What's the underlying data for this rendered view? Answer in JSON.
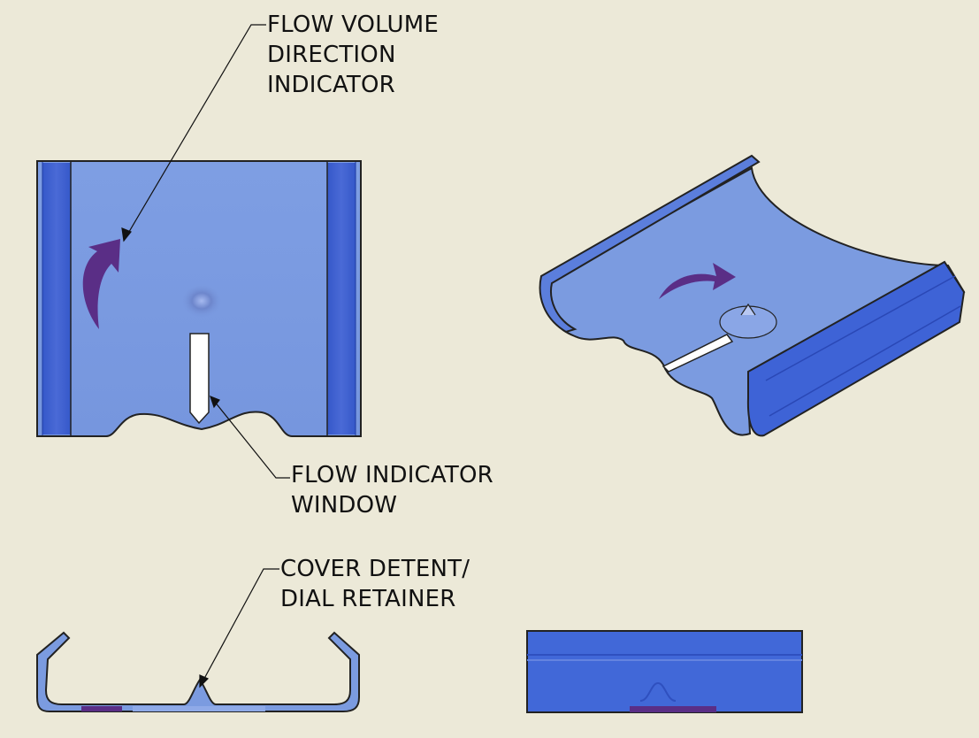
{
  "callouts": {
    "flow_volume": {
      "lines": [
        "FLOW VOLUME",
        "DIRECTION",
        "INDICATOR"
      ]
    },
    "flow_window": {
      "lines": [
        "FLOW INDICATOR",
        "WINDOW"
      ]
    },
    "cover_detent": {
      "lines": [
        "COVER DETENT/",
        "DIAL RETAINER"
      ]
    }
  },
  "colors": {
    "background": "#ece9d8",
    "part_face": "#7b9be0",
    "part_edge": "#3e5fcf",
    "outline": "#222222",
    "arrow": "#5a2e86"
  }
}
